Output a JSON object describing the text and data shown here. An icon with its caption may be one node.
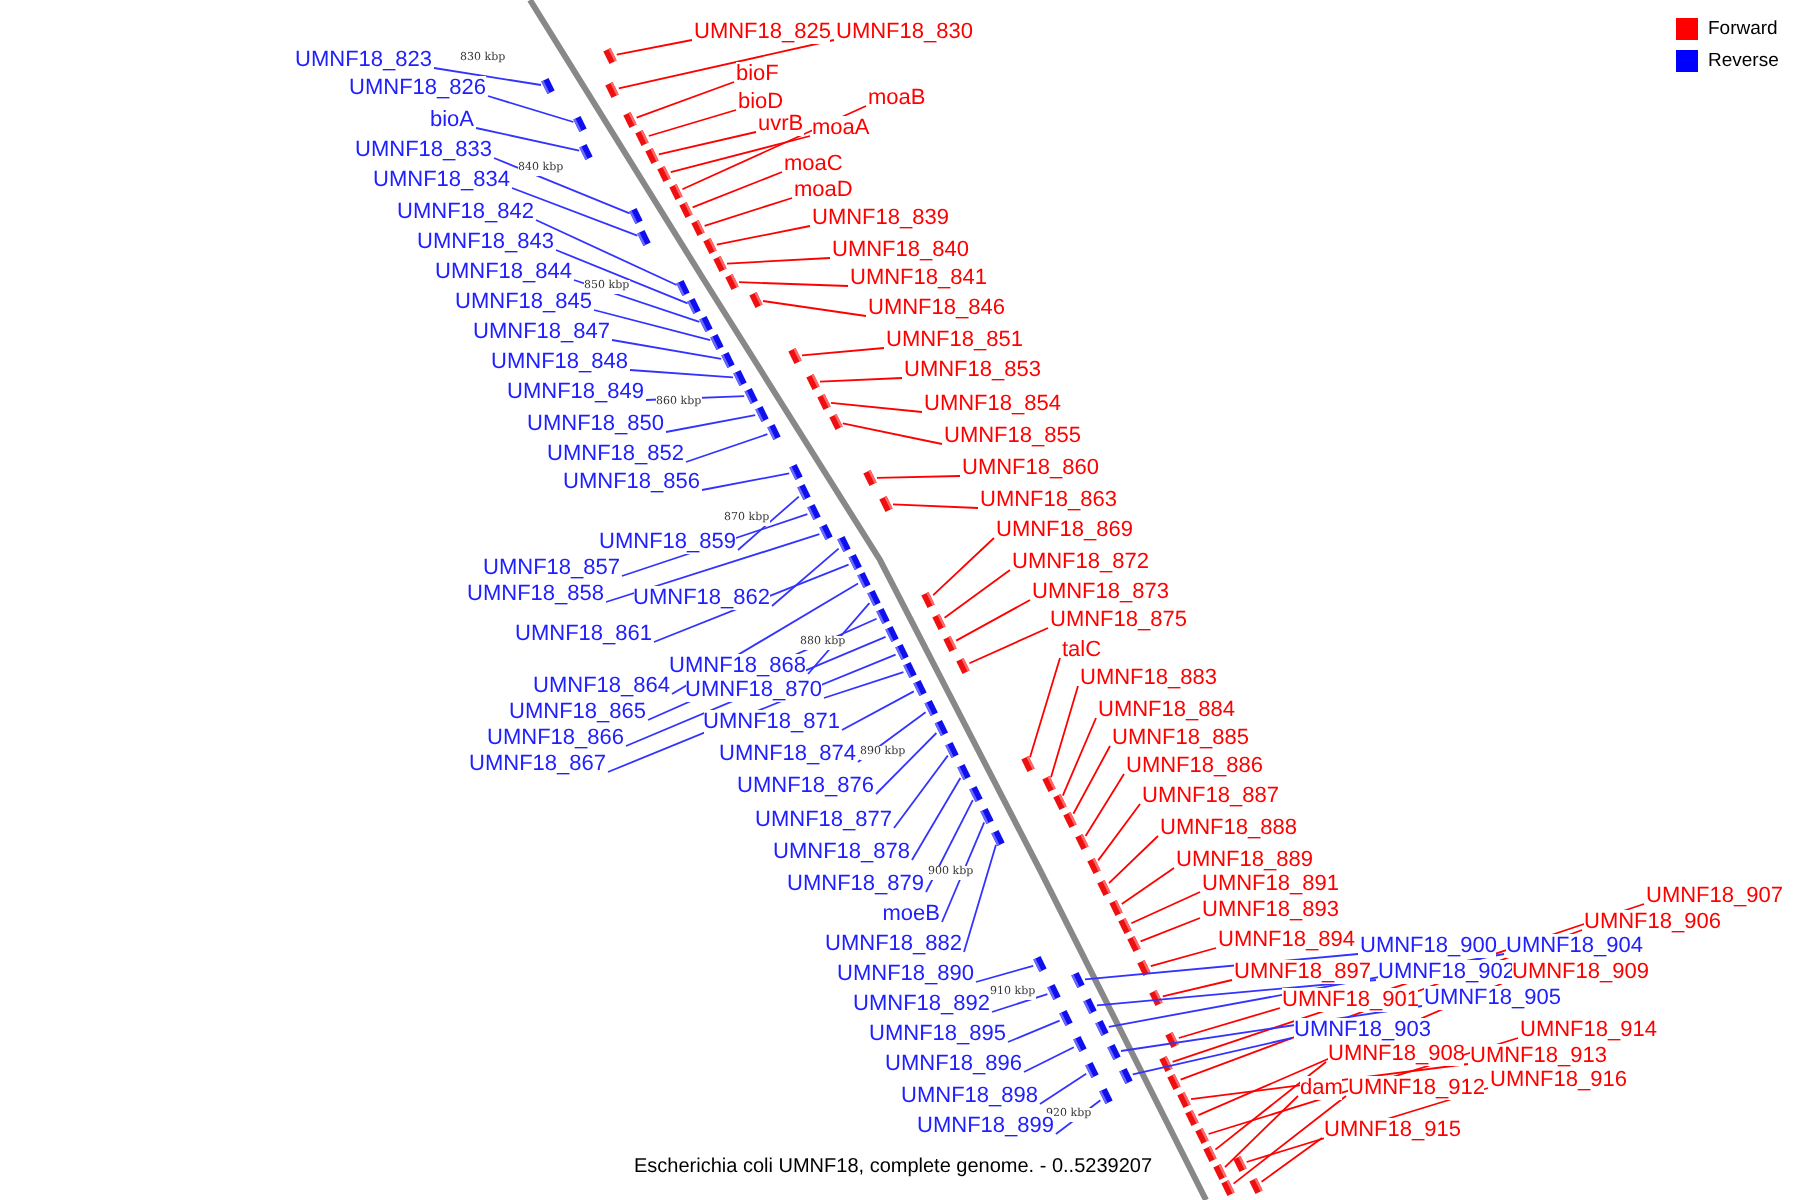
{
  "diagram": {
    "caption": "Escherichia coli UMNF18, complete genome. - 0..5239207",
    "nodes": [
      {
        "text": [
          "UMNF18_825"
        ]
      },
      {
        "text": [
          "UMNF18_830"
        ]
      },
      {
        "text": [
          "UMNF18_823"
        ]
      },
      {
        "text": [
          "bioF"
        ]
      },
      {
        "text": [
          "UMNF18_826"
        ]
      },
      {
        "text": [
          "bioD"
        ]
      },
      {
        "text": [
          "moaB"
        ]
      },
      {
        "text": [
          "bioA"
        ]
      },
      {
        "text": [
          "uvrB"
        ]
      },
      {
        "text": [
          "moaA"
        ]
      },
      {
        "text": [
          "UMNF18_833"
        ]
      },
      {
        "text": [
          "moaC"
        ]
      },
      {
        "text": [
          "UMNF18_834"
        ]
      },
      {
        "text": [
          "moaD"
        ]
      },
      {
        "text": [
          "UMNF18_842"
        ]
      },
      {
        "text": [
          "UMNF18_839"
        ]
      },
      {
        "text": [
          "UMNF18_843"
        ]
      },
      {
        "text": [
          "UMNF18_840"
        ]
      },
      {
        "text": [
          "UMNF18_844"
        ]
      },
      {
        "text": [
          "UMNF18_841"
        ]
      },
      {
        "text": [
          "UMNF18_845"
        ]
      },
      {
        "text": [
          "UMNF18_846"
        ]
      },
      {
        "text": [
          "UMNF18_847"
        ]
      },
      {
        "text": [
          "UMNF18_851"
        ]
      },
      {
        "text": [
          "UMNF18_848"
        ]
      },
      {
        "text": [
          "UMNF18_853"
        ]
      },
      {
        "text": [
          "UMNF18_849"
        ]
      },
      {
        "text": [
          "UMNF18_854"
        ]
      },
      {
        "text": [
          "UMNF18_850"
        ]
      },
      {
        "text": [
          "UMNF18_855"
        ]
      },
      {
        "text": [
          "UMNF18_852"
        ]
      },
      {
        "text": [
          "UMNF18_860"
        ]
      },
      {
        "text": [
          "UMNF18_856"
        ]
      },
      {
        "text": [
          "UMNF18_863"
        ]
      },
      {
        "text": [
          "UMNF18_869"
        ]
      },
      {
        "text": [
          "UMNF18_859"
        ]
      },
      {
        "text": [
          "UMNF18_872"
        ]
      },
      {
        "text": [
          "UMNF18_857"
        ]
      },
      {
        "text": [
          "UMNF18_873"
        ]
      },
      {
        "text": [
          "UMNF18_858"
        ]
      },
      {
        "text": [
          "UMNF18_862"
        ]
      },
      {
        "text": [
          "UMNF18_875"
        ]
      },
      {
        "text": [
          "UMNF18_861"
        ]
      },
      {
        "text": [
          "talC"
        ]
      },
      {
        "text": [
          "UMNF18_868"
        ]
      },
      {
        "text": [
          "UMNF18_883"
        ]
      },
      {
        "text": [
          "UMNF18_864"
        ]
      },
      {
        "text": [
          "UMNF18_870"
        ]
      },
      {
        "text": [
          "UMNF18_884"
        ]
      },
      {
        "text": [
          "UMNF18_865"
        ]
      },
      {
        "text": [
          "UMNF18_871"
        ]
      },
      {
        "text": [
          "UMNF18_885"
        ]
      },
      {
        "text": [
          "UMNF18_866"
        ]
      },
      {
        "text": [
          "UMNF18_874"
        ]
      },
      {
        "text": [
          "UMNF18_867"
        ]
      },
      {
        "text": [
          "UMNF18_886"
        ]
      },
      {
        "text": [
          "UMNF18_876"
        ]
      },
      {
        "text": [
          "UMNF18_887"
        ]
      },
      {
        "text": [
          "UMNF18_877"
        ]
      },
      {
        "text": [
          "UMNF18_888"
        ]
      },
      {
        "text": [
          "UMNF18_878"
        ]
      },
      {
        "text": [
          "UMNF18_889"
        ]
      },
      {
        "text": [
          "UMNF18_879"
        ]
      },
      {
        "text": [
          "UMNF18_891"
        ]
      },
      {
        "text": [
          "UMNF18_907"
        ]
      },
      {
        "text": [
          "UMNF18_893"
        ]
      },
      {
        "text": [
          "moeB"
        ]
      },
      {
        "text": [
          "UMNF18_906"
        ]
      },
      {
        "text": [
          "UMNF18_894"
        ]
      },
      {
        "text": [
          "UMNF18_882"
        ]
      },
      {
        "text": [
          "UMNF18_900"
        ]
      },
      {
        "text": [
          "UMNF18_904"
        ]
      },
      {
        "text": [
          "UMNF18_897"
        ]
      },
      {
        "text": [
          "UMNF18_902"
        ]
      },
      {
        "text": [
          "UMNF18_909"
        ]
      },
      {
        "text": [
          "UMNF18_890"
        ]
      },
      {
        "text": [
          "UMNF18_901"
        ]
      },
      {
        "text": [
          "UMNF18_905"
        ]
      },
      {
        "text": [
          "UMNF18_892"
        ]
      },
      {
        "text": [
          "UMNF18_914"
        ]
      },
      {
        "text": [
          "UMNF18_903"
        ]
      },
      {
        "text": [
          "UMNF18_895"
        ]
      },
      {
        "text": [
          "UMNF18_908"
        ]
      },
      {
        "text": [
          "UMNF18_913"
        ]
      },
      {
        "text": [
          "UMNF18_896"
        ]
      },
      {
        "text": [
          "UMNF18_916"
        ]
      },
      {
        "text": [
          "dam"
        ]
      },
      {
        "text": [
          "UMNF18_912"
        ]
      },
      {
        "text": [
          "UMNF18_898"
        ]
      },
      {
        "text": [
          "UMNF18_899"
        ]
      },
      {
        "text": [
          "UMNF18_915"
        ]
      },
      {
        "text": [],
        "shape": "box"
      },
      {
        "text": [],
        "shape": "box"
      },
      {
        "text": [],
        "shape": "box"
      },
      {
        "text": [],
        "shape": "box"
      },
      {
        "text": [],
        "shape": "box"
      },
      {
        "text": [],
        "shape": "box"
      },
      {
        "text": [],
        "shape": "box"
      },
      {
        "text": [],
        "shape": "box"
      },
      {
        "text": [],
        "shape": "box"
      },
      {
        "text": [],
        "shape": "box"
      },
      {
        "text": [],
        "shape": "box"
      },
      {
        "text": [],
        "shape": "box"
      },
      {
        "text": [],
        "shape": "box"
      },
      {
        "text": [],
        "shape": "box"
      },
      {
        "text": [],
        "shape": "box"
      },
      {
        "text": [],
        "shape": "box"
      },
      {
        "text": [],
        "shape": "box"
      },
      {
        "text": [],
        "shape": "box"
      },
      {
        "text": [],
        "shape": "box"
      },
      {
        "text": [],
        "shape": "box"
      },
      {
        "text": [],
        "shape": "box"
      },
      {
        "text": [],
        "shape": "box"
      },
      {
        "text": [],
        "shape": "box"
      },
      {
        "text": [],
        "shape": "box"
      },
      {
        "text": [],
        "shape": "box"
      },
      {
        "text": [],
        "shape": "box"
      },
      {
        "text": [],
        "shape": "box"
      },
      {
        "text": [],
        "shape": "box"
      },
      {
        "text": [],
        "shape": "box"
      },
      {
        "text": [],
        "shape": "box"
      },
      {
        "text": [],
        "shape": "box"
      },
      {
        "text": [],
        "shape": "box"
      },
      {
        "text": [],
        "shape": "box"
      },
      {
        "text": [],
        "shape": "box"
      },
      {
        "text": [],
        "shape": "box"
      },
      {
        "text": [],
        "shape": "box"
      },
      {
        "text": [],
        "shape": "box"
      },
      {
        "text": [],
        "shape": "box"
      },
      {
        "text": [],
        "shape": "box"
      },
      {
        "text": [],
        "shape": "box"
      },
      {
        "text": [],
        "shape": "box"
      },
      {
        "text": [],
        "shape": "box"
      },
      {
        "text": [],
        "shape": "box"
      },
      {
        "text": [],
        "shape": "box"
      },
      {
        "text": [],
        "shape": "box"
      },
      {
        "text": [],
        "shape": "box"
      },
      {
        "text": [],
        "shape": "box"
      },
      {
        "text": [],
        "shape": "box"
      },
      {
        "text": [],
        "shape": "box"
      },
      {
        "text": [],
        "shape": "box"
      },
      {
        "text": [],
        "shape": "box"
      },
      {
        "text": [],
        "shape": "box"
      },
      {
        "text": [],
        "shape": "box"
      },
      {
        "text": [],
        "shape": "box"
      },
      {
        "text": [],
        "shape": "box"
      },
      {
        "text": [],
        "shape": "box"
      },
      {
        "text": [],
        "shape": "box"
      },
      {
        "text": [],
        "shape": "box"
      },
      {
        "text": [],
        "shape": "box"
      },
      {
        "text": [],
        "shape": "box"
      },
      {
        "text": [],
        "shape": "box"
      },
      {
        "text": [],
        "shape": "box"
      },
      {
        "text": [],
        "shape": "box"
      },
      {
        "text": [],
        "shape": "box"
      },
      {
        "text": [],
        "shape": "box"
      },
      {
        "text": [],
        "shape": "box"
      },
      {
        "text": [],
        "shape": "box"
      },
      {
        "text": [],
        "shape": "box"
      },
      {
        "text": [],
        "shape": "box"
      },
      {
        "text": [],
        "shape": "box"
      },
      {
        "text": [],
        "shape": "box"
      },
      {
        "text": [],
        "shape": "box"
      },
      {
        "text": [],
        "shape": "box"
      },
      {
        "text": [],
        "shape": "box"
      },
      {
        "text": [],
        "shape": "box"
      },
      {
        "text": [],
        "shape": "box"
      },
      {
        "text": [],
        "shape": "box"
      },
      {
        "text": [],
        "shape": "box"
      },
      {
        "text": [],
        "shape": "box"
      },
      {
        "text": [],
        "shape": "box"
      },
      {
        "text": [],
        "shape": "box"
      },
      {
        "text": [],
        "shape": "box"
      },
      {
        "text": [],
        "shape": "box"
      },
      {
        "text": [],
        "shape": "box"
      },
      {
        "text": [],
        "shape": "box"
      },
      {
        "text": [],
        "shape": "box"
      },
      {
        "text": [],
        "shape": "box"
      },
      {
        "text": [],
        "shape": "box"
      },
      {
        "text": [],
        "shape": "box"
      },
      {
        "text": [],
        "shape": "box"
      },
      {
        "text": [],
        "shape": "box"
      }
    ],
    "edges": [
      {
        "from": 0,
        "to": 91,
        "arrow": "none"
      },
      {
        "from": 1,
        "to": 92,
        "arrow": "none"
      },
      {
        "from": 2,
        "to": 93,
        "arrow": "none",
        "color": "#3333ff"
      },
      {
        "from": 3,
        "to": 94,
        "arrow": "none"
      },
      {
        "from": 4,
        "to": 95,
        "arrow": "none",
        "color": "#3333ff"
      },
      {
        "from": 5,
        "to": 96,
        "arrow": "none"
      },
      {
        "from": 6,
        "to": 97,
        "arrow": "none"
      },
      {
        "from": 7,
        "to": 98,
        "arrow": "none",
        "color": "#3333ff"
      },
      {
        "from": 8,
        "to": 99,
        "arrow": "none"
      },
      {
        "from": 9,
        "to": 100,
        "arrow": "none"
      },
      {
        "from": 10,
        "to": 101,
        "arrow": "none",
        "color": "#3333ff"
      },
      {
        "from": 11,
        "to": 102,
        "arrow": "none"
      },
      {
        "from": 12,
        "to": 103,
        "arrow": "none",
        "color": "#3333ff"
      },
      {
        "from": 13,
        "to": 104,
        "arrow": "none"
      },
      {
        "from": 14,
        "to": 105,
        "arrow": "none",
        "color": "#3333ff"
      },
      {
        "from": 15,
        "to": 106,
        "arrow": "none"
      },
      {
        "from": 16,
        "to": 107,
        "arrow": "none",
        "color": "#3333ff"
      },
      {
        "from": 17,
        "to": 108,
        "arrow": "none"
      },
      {
        "from": 18,
        "to": 109,
        "arrow": "none",
        "color": "#3333ff"
      },
      {
        "from": 19,
        "to": 110,
        "arrow": "none"
      },
      {
        "from": 20,
        "to": 111,
        "arrow": "none",
        "color": "#3333ff"
      },
      {
        "from": 21,
        "to": 112,
        "arrow": "none"
      },
      {
        "from": 22,
        "to": 113,
        "arrow": "none",
        "color": "#3333ff"
      },
      {
        "from": 23,
        "to": 114,
        "arrow": "none"
      },
      {
        "from": 24,
        "to": 115,
        "arrow": "none",
        "color": "#3333ff"
      },
      {
        "from": 25,
        "to": 116,
        "arrow": "none"
      },
      {
        "from": 26,
        "to": 117,
        "arrow": "none",
        "color": "#3333ff"
      },
      {
        "from": 27,
        "to": 118,
        "arrow": "none"
      },
      {
        "from": 28,
        "to": 119,
        "arrow": "none",
        "color": "#3333ff"
      },
      {
        "from": 29,
        "to": 120,
        "arrow": "none"
      },
      {
        "from": 30,
        "to": 121,
        "arrow": "none",
        "color": "#3333ff"
      },
      {
        "from": 31,
        "to": 122,
        "arrow": "none"
      },
      {
        "from": 32,
        "to": 123,
        "arrow": "none",
        "color": "#3333ff"
      },
      {
        "from": 33,
        "to": 124,
        "arrow": "none"
      },
      {
        "from": 34,
        "to": 125,
        "arrow": "none"
      },
      {
        "from": 35,
        "to": 126,
        "arrow": "none",
        "color": "#3333ff"
      },
      {
        "from": 36,
        "to": 127,
        "arrow": "none"
      },
      {
        "from": 37,
        "to": 128,
        "arrow": "none",
        "color": "#3333ff"
      },
      {
        "from": 38,
        "to": 129,
        "arrow": "none"
      },
      {
        "from": 39,
        "to": 130,
        "arrow": "none",
        "color": "#3333ff"
      },
      {
        "from": 40,
        "to": 131,
        "arrow": "none",
        "color": "#3333ff"
      },
      {
        "from": 41,
        "to": 132,
        "arrow": "none"
      },
      {
        "from": 42,
        "to": 133,
        "arrow": "none",
        "color": "#3333ff"
      },
      {
        "from": 43,
        "to": 134,
        "arrow": "none"
      },
      {
        "from": 44,
        "to": 135,
        "arrow": "none",
        "color": "#3333ff"
      },
      {
        "from": 45,
        "to": 136,
        "arrow": "none"
      },
      {
        "from": 46,
        "to": 137,
        "arrow": "none",
        "color": "#3333ff"
      },
      {
        "from": 47,
        "to": 138,
        "arrow": "none",
        "color": "#3333ff"
      },
      {
        "from": 48,
        "to": 139,
        "arrow": "none"
      },
      {
        "from": 49,
        "to": 140,
        "arrow": "none",
        "color": "#3333ff"
      },
      {
        "from": 50,
        "to": 141,
        "arrow": "none",
        "color": "#3333ff"
      },
      {
        "from": 51,
        "to": 142,
        "arrow": "none"
      },
      {
        "from": 52,
        "to": 143,
        "arrow": "none",
        "color": "#3333ff"
      },
      {
        "from": 53,
        "to": 144,
        "arrow": "none",
        "color": "#3333ff"
      },
      {
        "from": 54,
        "to": 145,
        "arrow": "none",
        "color": "#3333ff"
      },
      {
        "from": 55,
        "to": 146,
        "arrow": "none"
      },
      {
        "from": 56,
        "to": 147,
        "arrow": "none",
        "color": "#3333ff"
      },
      {
        "from": 57,
        "to": 148,
        "arrow": "none"
      },
      {
        "from": 58,
        "to": 149,
        "arrow": "none",
        "color": "#3333ff"
      },
      {
        "from": 59,
        "to": 150,
        "arrow": "none"
      },
      {
        "from": 60,
        "to": 151,
        "arrow": "none",
        "color": "#3333ff"
      },
      {
        "from": 61,
        "to": 152,
        "arrow": "none"
      },
      {
        "from": 62,
        "to": 153,
        "arrow": "none",
        "color": "#3333ff"
      },
      {
        "from": 63,
        "to": 154,
        "arrow": "none"
      },
      {
        "from": 64,
        "to": 155,
        "arrow": "none"
      },
      {
        "from": 65,
        "to": 156,
        "arrow": "none"
      },
      {
        "from": 66,
        "to": 157,
        "arrow": "none",
        "color": "#3333ff"
      },
      {
        "from": 67,
        "to": 158,
        "arrow": "none"
      },
      {
        "from": 68,
        "to": 159,
        "arrow": "none"
      },
      {
        "from": 69,
        "to": 160,
        "arrow": "none",
        "color": "#3333ff"
      },
      {
        "from": 70,
        "to": 161,
        "arrow": "none",
        "color": "#3333ff"
      },
      {
        "from": 71,
        "to": 162,
        "arrow": "none",
        "color": "#3333ff"
      },
      {
        "from": 72,
        "to": 163,
        "arrow": "none"
      },
      {
        "from": 73,
        "to": 164,
        "arrow": "none",
        "color": "#3333ff"
      },
      {
        "from": 74,
        "to": 165,
        "arrow": "none"
      },
      {
        "from": 75,
        "to": 166,
        "arrow": "none",
        "color": "#3333ff"
      },
      {
        "from": 76,
        "to": 167,
        "arrow": "none"
      },
      {
        "from": 77,
        "to": 168,
        "arrow": "none",
        "color": "#3333ff"
      },
      {
        "from": 78,
        "to": 169,
        "arrow": "none",
        "color": "#3333ff"
      },
      {
        "from": 79,
        "to": 170,
        "arrow": "none"
      },
      {
        "from": 80,
        "to": 171,
        "arrow": "none",
        "color": "#3333ff"
      },
      {
        "from": 81,
        "to": 172,
        "arrow": "none",
        "color": "#3333ff"
      },
      {
        "from": 82,
        "to": 173,
        "arrow": "none"
      },
      {
        "from": 83,
        "to": 174,
        "arrow": "none"
      },
      {
        "from": 84,
        "to": 175,
        "arrow": "none",
        "color": "#3333ff"
      },
      {
        "from": 85,
        "to": 176,
        "arrow": "none"
      },
      {
        "from": 86,
        "to": 177,
        "arrow": "none"
      },
      {
        "from": 87,
        "to": 178,
        "arrow": "none"
      },
      {
        "from": 88,
        "to": 179,
        "arrow": "none",
        "color": "#3333ff"
      },
      {
        "from": 89,
        "to": 180,
        "arrow": "none",
        "color": "#3333ff"
      },
      {
        "from": 90,
        "to": 181,
        "arrow": "none"
      }
    ],
    "labels": [
      "830 kbp",
      "840 kbp",
      "850 kbp",
      "860 kbp",
      "870 kbp",
      "880 kbp",
      "890 kbp",
      "900 kbp",
      "910 kbp",
      "920 kbp"
    ],
    "legend": [
      {
        "text": "Forward",
        "color": "#ff0000"
      },
      {
        "text": "Reverse",
        "color": "#0000ff"
      }
    ]
  }
}
